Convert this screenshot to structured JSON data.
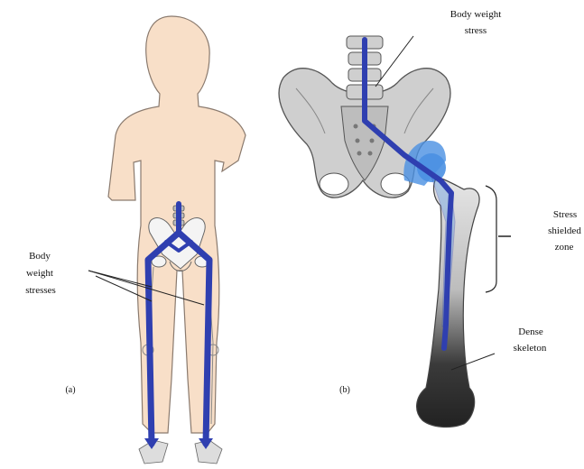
{
  "panel_a": {
    "caption": "(a)",
    "annotation": {
      "line1": "Body",
      "line2": "weight",
      "line3": "stresses"
    }
  },
  "panel_b": {
    "caption": "(b)",
    "body_weight_label": {
      "line1": "Body weight",
      "line2": "stress"
    },
    "stress_shielded_label": {
      "line1": "Stress",
      "line2": "shielded",
      "line3": "zone"
    },
    "dense_label": {
      "line1": "Dense",
      "line2": "skeleton"
    }
  },
  "colors": {
    "stress_path": "#2f3fb0",
    "skin": "#f8dfc8",
    "bone": "#cfcfcf",
    "implant_cup": "#4a90e2",
    "dense_bone": "#2b2b2b"
  }
}
